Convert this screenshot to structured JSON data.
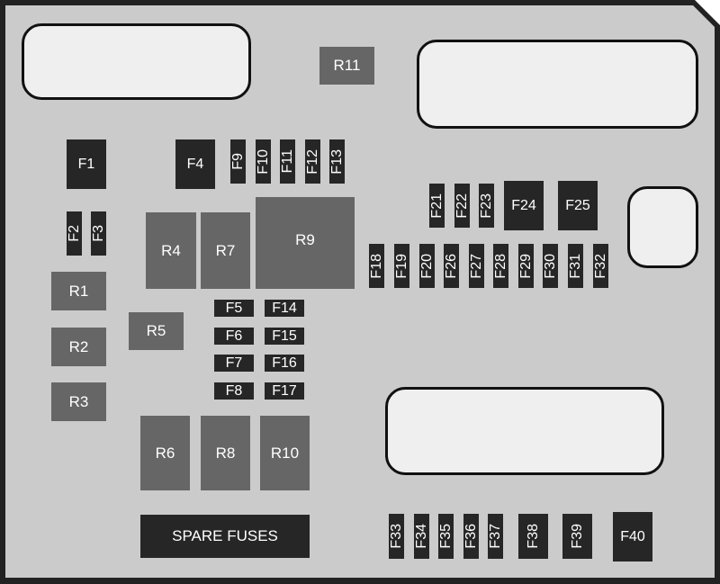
{
  "fuses": {
    "F1": "F1",
    "F2": "F2",
    "F3": "F3",
    "F4": "F4",
    "F5": "F5",
    "F6": "F6",
    "F7": "F7",
    "F8": "F8",
    "F9": "F9",
    "F10": "F10",
    "F11": "F11",
    "F12": "F12",
    "F13": "F13",
    "F14": "F14",
    "F15": "F15",
    "F16": "F16",
    "F17": "F17",
    "F18": "F18",
    "F19": "F19",
    "F20": "F20",
    "F21": "F21",
    "F22": "F22",
    "F23": "F23",
    "F24": "F24",
    "F25": "F25",
    "F26": "F26",
    "F27": "F27",
    "F28": "F28",
    "F29": "F29",
    "F30": "F30",
    "F31": "F31",
    "F32": "F32",
    "F33": "F33",
    "F34": "F34",
    "F35": "F35",
    "F36": "F36",
    "F37": "F37",
    "F38": "F38",
    "F39": "F39",
    "F40": "F40"
  },
  "relays": {
    "R1": "R1",
    "R2": "R2",
    "R3": "R3",
    "R4": "R4",
    "R5": "R5",
    "R6": "R6",
    "R7": "R7",
    "R8": "R8",
    "R9": "R9",
    "R10": "R10",
    "R11": "R11"
  },
  "spare_fuses_label": "SPARE FUSES",
  "colors": {
    "board": "#cbcbcb",
    "fuse": "#262626",
    "relay": "#666666",
    "window": "#efefef"
  }
}
